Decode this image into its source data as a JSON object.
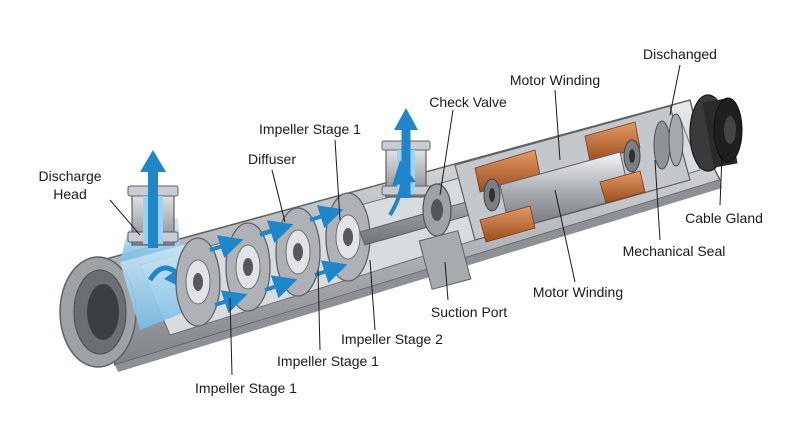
{
  "labels": {
    "discharge_head_line1": "Discharge",
    "discharge_head_line2": "Head",
    "diffuser": "Diffuser",
    "impeller_stage_1_top": "Impeller Stage 1",
    "check_valve": "Check Valve",
    "motor_winding_top": "Motor Winding",
    "dischanged": "Dischanged",
    "cable_gland": "Cable Gland",
    "mechanical_seal": "Mechanical Seal",
    "motor_winding_bottom": "Motor Winding",
    "suction_port": "Suction Port",
    "impeller_stage_2": "Impeller Stage 2",
    "impeller_stage_1_mid": "Impeller Stage 1",
    "impeller_stage_1_bottom": "Impeller Stage 1"
  },
  "colors": {
    "casing": "#b9bcc0",
    "casing_dark": "#7d8186",
    "casing_light": "#e4e6e8",
    "water": "#8ec9ec",
    "arrow": "#1f86c9",
    "copper": "#c26b35",
    "cap": "#2a2a2a"
  }
}
